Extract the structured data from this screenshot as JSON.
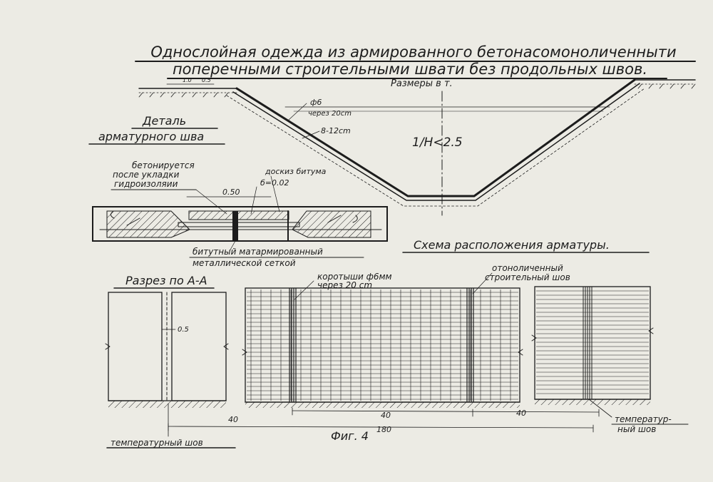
{
  "title": {
    "line1": "Однослойная одежда из армированного бетонасомоноличенныти",
    "line2": "поперечными строительными швати без продольных швов."
  },
  "canal_section": {
    "units_note": "Размеры в т.",
    "rebar_label": "ф6",
    "rebar_spacing": "через 20cm",
    "thickness_label": "8-12cm",
    "depth_label": "1/H<2.5",
    "dim_1": "1.0",
    "dim_2": "0.5"
  },
  "joint_detail": {
    "title_line1": "Деталь",
    "title_line2": "арматурного шва",
    "note_line1": "бетонируется",
    "note_line2": "после укладки",
    "note_line3": "гидроизоляии",
    "board_note": "доскиз битума",
    "delta_note": "б=0.02",
    "width_dim": "0.50",
    "mat_line1": "битутный матармированный",
    "mat_line2": "металлической сеткой"
  },
  "section_aa": {
    "title": "Разрез по А-А",
    "dim": "0.5",
    "joint_label": "температурный шов"
  },
  "rebar_scheme": {
    "title": "Схема расположения арматуры.",
    "shorts_line1": "коротыши ф6мм",
    "shorts_line2": "через 20 cm",
    "mono_line1": "отоноличенный",
    "mono_line2": "строительный шов",
    "dim_left": "40",
    "dim_mid": "40",
    "dim_right": "40",
    "dim_total": "180",
    "temp_line1": "температур-",
    "temp_line2": "ный шов"
  },
  "figure_label": "Фиг. 4"
}
